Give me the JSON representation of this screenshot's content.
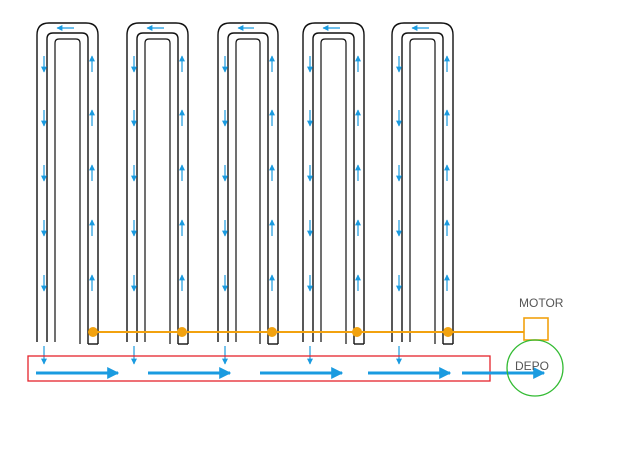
{
  "labels": {
    "motor": "MOTOR",
    "depo": "DEPO"
  },
  "colors": {
    "loop_outline": "#111111",
    "flow_arrow": "#1a9be0",
    "drive_line": "#f2a20f",
    "collector_box": "#e5232b",
    "depot_circle": "#33bb33",
    "label_text": "#555555"
  },
  "loops": [
    {
      "name": "loop-1"
    },
    {
      "name": "loop-2"
    },
    {
      "name": "loop-3"
    },
    {
      "name": "loop-4"
    },
    {
      "name": "loop-5"
    }
  ],
  "icons": {
    "down_arrow": "arrow-down-icon",
    "up_arrow": "arrow-up-icon",
    "left_arrow": "arrow-left-icon",
    "right_arrow": "arrow-right-icon",
    "pulley": "pulley-icon"
  }
}
